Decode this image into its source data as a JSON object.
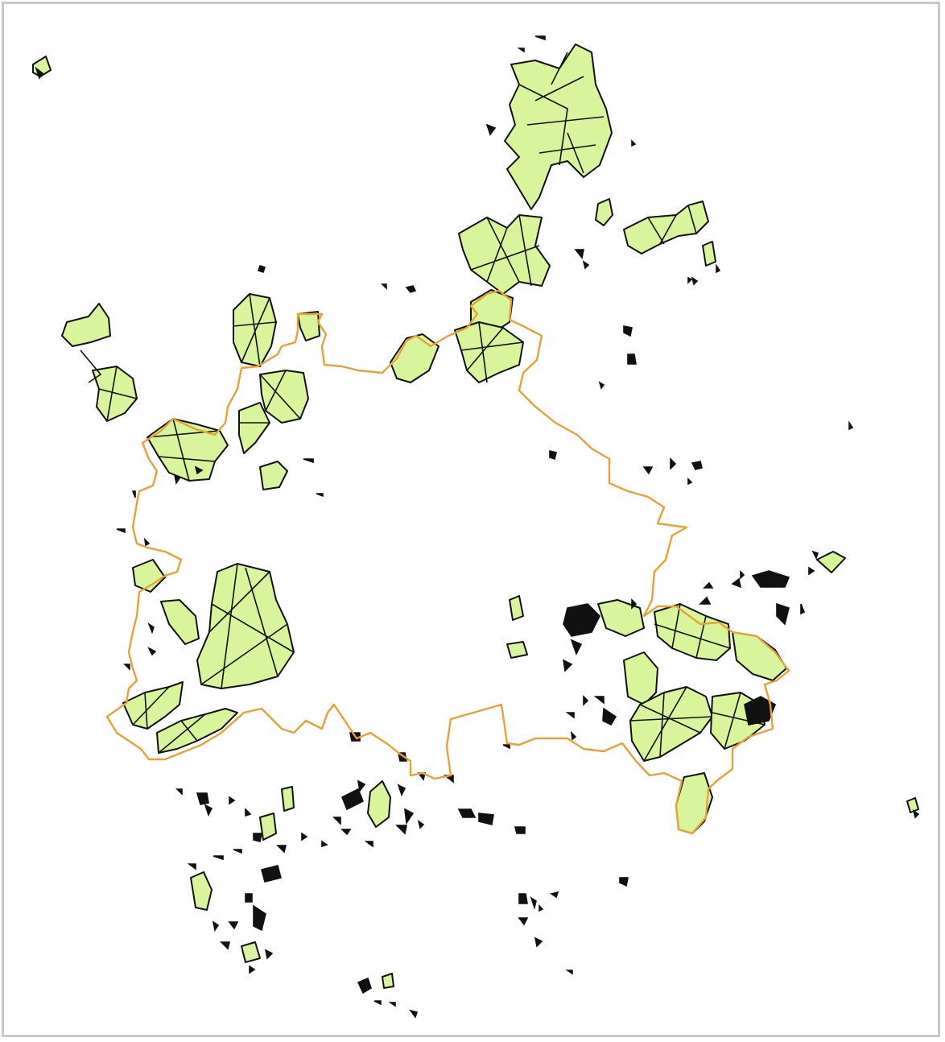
{
  "map": {
    "colors": {
      "background": "#ffffff",
      "frame_border": "#c8c8c8",
      "patch_fill": "#d9f59b",
      "patch_outline": "#111111",
      "boundary_line": "#e6a233"
    },
    "layers": [
      "boundary-outline",
      "green-patches",
      "small-fragments"
    ]
  }
}
